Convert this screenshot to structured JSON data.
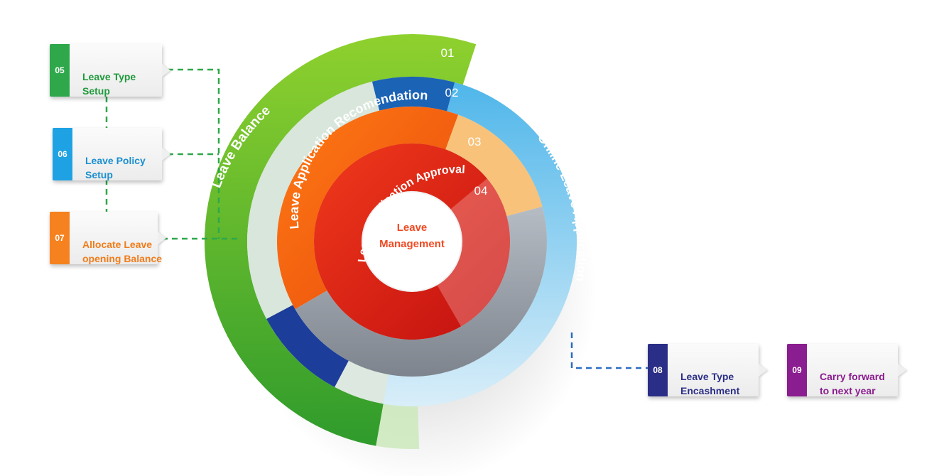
{
  "center": {
    "line1": "Leave",
    "line2": "Management"
  },
  "rings": [
    {
      "num": "01",
      "label": "Leave Balance"
    },
    {
      "num": "02",
      "label": "Online Leave Application"
    },
    {
      "num": "03",
      "label": "Leave Application Recomendation"
    },
    {
      "num": "04",
      "label": "Leave Application Approval"
    }
  ],
  "callouts": [
    {
      "num": "05",
      "line1": "Leave Type",
      "line2": "Setup",
      "color": "#2ea84a",
      "text_color": "#1f9a3c"
    },
    {
      "num": "06",
      "line1": "Leave Policy",
      "line2": "Setup",
      "color": "#1ea2e4",
      "text_color": "#1a8fd0"
    },
    {
      "num": "07",
      "line1": "Allocate Leave",
      "line2": "opening Balance",
      "color": "#f5821f",
      "text_color": "#f07c1a"
    },
    {
      "num": "08",
      "line1": "Leave Type",
      "line2": "Encashment",
      "color": "#2b2e86",
      "text_color": "#2b2e86"
    },
    {
      "num": "09",
      "line1": "Carry forward",
      "line2": "to next year",
      "color": "#8a1d8f",
      "text_color": "#8a1d8f"
    }
  ]
}
